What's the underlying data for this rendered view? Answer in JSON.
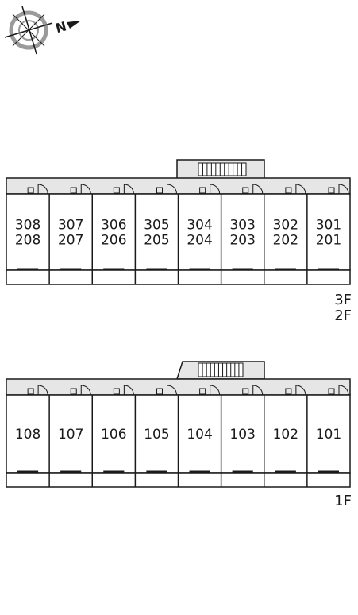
{
  "compass": {
    "north_label": "N",
    "icon": "compass-rose-icon"
  },
  "colors": {
    "line": "#1a1a1a",
    "corridor": "#e6e6e6",
    "balcony": "#ffffff",
    "background": "#ffffff"
  },
  "upper_block": {
    "floor_labels": [
      "3F",
      "2F"
    ],
    "units": [
      [
        "308",
        "208"
      ],
      [
        "307",
        "207"
      ],
      [
        "306",
        "206"
      ],
      [
        "305",
        "205"
      ],
      [
        "304",
        "204"
      ],
      [
        "303",
        "203"
      ],
      [
        "302",
        "202"
      ],
      [
        "301",
        "201"
      ]
    ]
  },
  "lower_block": {
    "floor_labels": [
      "1F"
    ],
    "units": [
      [
        "108"
      ],
      [
        "107"
      ],
      [
        "106"
      ],
      [
        "105"
      ],
      [
        "104"
      ],
      [
        "103"
      ],
      [
        "102"
      ],
      [
        "101"
      ]
    ]
  }
}
